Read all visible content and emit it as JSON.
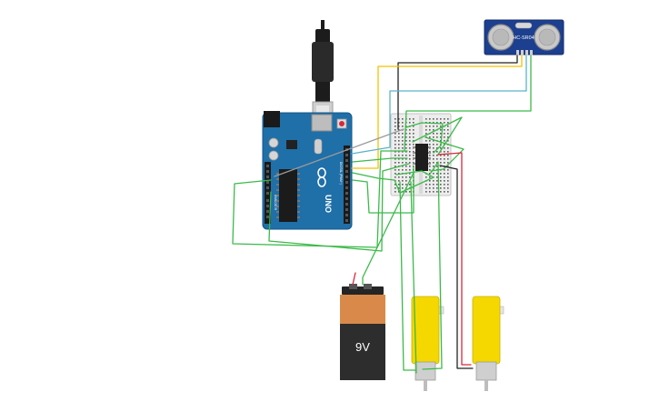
{
  "battery": {
    "label": "9V"
  },
  "sensor": {
    "label": "HC-SR04"
  },
  "arduino": {
    "brand": "UNO",
    "digital_label": "DIGITAL (PWM~)",
    "analog_label": "ANALOG IN"
  },
  "colors": {
    "board_blue": "#1f6fa8",
    "wire_green": "#3cba4a",
    "wire_yellow": "#f2c200",
    "wire_cyan": "#5ab3c9",
    "wire_black": "#222222",
    "wire_red": "#d8283a",
    "wire_gray": "#9a9a9a",
    "motor_yellow": "#f4d800",
    "battery_orange": "#d98a4a",
    "battery_dark": "#2d2d2d"
  }
}
